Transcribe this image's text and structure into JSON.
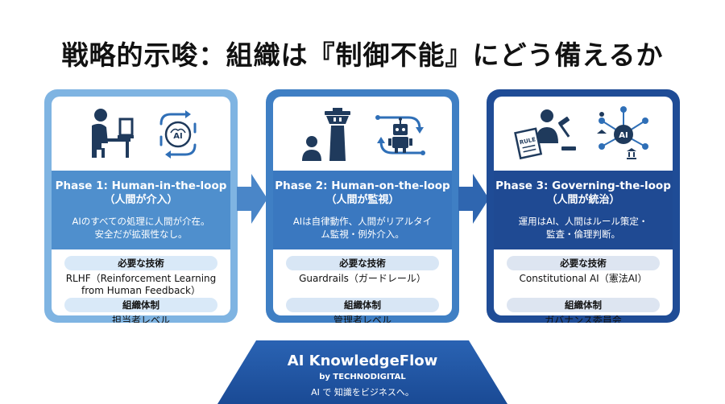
{
  "title": "戦略的示唆：組織は『制御不能』にどう備えるか",
  "phases": [
    {
      "title": "Phase 1: Human-in-the-loop",
      "subtitle": "（人間が介入）",
      "description_lines": [
        "AIのすべての処理に人間が介在。",
        "安全だが拡張性なし。"
      ],
      "tech_label": "必要な技術",
      "tech_lines": [
        "RLHF（Reinforcement Learning",
        "from Human Feedback）"
      ],
      "org_label": "組織体制",
      "org_value": "担当者レベル",
      "icons": [
        "person-at-computer-icon",
        "ai-brain-cycle-icon"
      ],
      "icon_text": "AI"
    },
    {
      "title": "Phase 2: Human-on-the-loop",
      "subtitle": "（人間が監視）",
      "description_lines": [
        "AIは自律動作、人間がリアルタイ",
        "ム監視・例外介入。"
      ],
      "tech_label": "必要な技術",
      "tech_lines": [
        "Guardrails（ガードレール）"
      ],
      "org_label": "組織体制",
      "org_value": "管理者レベル",
      "icons": [
        "control-tower-person-icon",
        "robot-cycle-icon"
      ]
    },
    {
      "title": "Phase 3: Governing-the-loop",
      "subtitle": "（人間が統治）",
      "description_lines": [
        "運用はAI、人間はルール策定・",
        "監査・倫理判断。"
      ],
      "tech_label": "必要な技術",
      "tech_lines": [
        "Constitutional AI（憲法AI）"
      ],
      "org_label": "組織体制",
      "org_value": "ガバナンス委員会",
      "icons": [
        "judge-rules-gavel-icon",
        "ai-network-icon"
      ],
      "icon_text": "AI",
      "doc_text": "RULE"
    }
  ],
  "brand": {
    "name": "AI KnowledgeFlow",
    "by": "by TECHNODIGITAL",
    "tagline": "AI で 知識をビジネスへ。"
  },
  "colors": {
    "phase1": "#4f8fcd",
    "phase2": "#3a78c0",
    "phase3": "#1f4a93",
    "dark": "#1f3a5c"
  }
}
